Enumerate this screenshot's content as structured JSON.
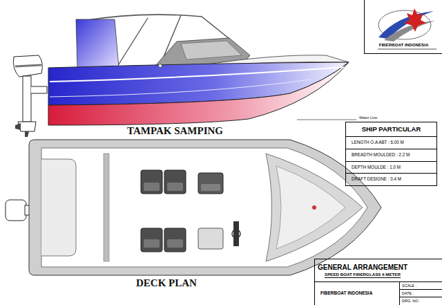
{
  "diagram": {
    "nodes": [
      {
        "text": [
          "FIBERBOAT INDONESIA"
        ]
      },
      {
        "text": [
          "SHIP PARTICULAR"
        ]
      },
      {
        "text": [
          "LENGTH O.A ABT : 6.00 M"
        ],
        "in": 1
      },
      {
        "text": [
          "BREADTH MOULDED : 2.2 M"
        ],
        "in": 1
      },
      {
        "text": [
          "DEPTH MOULDE : 1.0 M"
        ],
        "in": 1
      },
      {
        "text": [
          "DRAFT DESIGNE : 0.4 M"
        ],
        "in": 1
      },
      {
        "text": [
          "GENERAL ARRANGEMENT",
          "SPEED BOAT FIBERGLASS 6 METER"
        ]
      },
      {
        "text": [
          "FIBERBOAT INDONESIA"
        ],
        "in": 6
      },
      {
        "text": [
          "SCALE :"
        ],
        "in": 6
      },
      {
        "text": [
          "DATE :"
        ],
        "in": 6
      },
      {
        "text": [
          "DRG. NO :"
        ],
        "in": 6
      }
    ],
    "labels": [
      "TAMPAK SAMPING",
      "Water Line",
      "DECK PLAN"
    ]
  }
}
